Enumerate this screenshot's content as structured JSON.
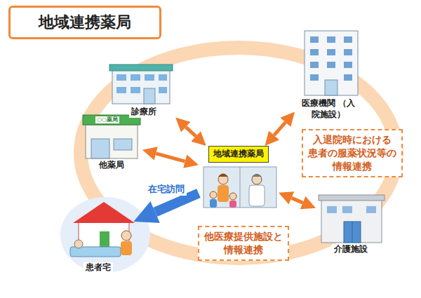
{
  "diagram": {
    "title": "地域連携薬局",
    "nodes": [
      {
        "text": [
          "診療所"
        ]
      },
      {
        "text": [
          "医療機関 （入院施設）"
        ]
      },
      {
        "text": [
          "他薬局"
        ]
      },
      {
        "text": [
          "地域連携薬局"
        ]
      },
      {
        "text": [
          "介護施設"
        ]
      },
      {
        "text": [
          "患者宅"
        ]
      }
    ],
    "edges": [
      {
        "from": 3,
        "to": 0,
        "arrow": "both"
      },
      {
        "from": 3,
        "to": 1,
        "arrow": "both"
      },
      {
        "from": 3,
        "to": 2,
        "arrow": "both"
      },
      {
        "from": 3,
        "to": 4,
        "arrow": "both"
      },
      {
        "from": 3,
        "to": 5,
        "label": "在宅訪問",
        "arrow": "to"
      }
    ],
    "labels": [
      "○○薬局",
      "入退院時における 患者の服薬状況等の 情報連携",
      "他医療提供施設と 情報連携"
    ]
  }
}
